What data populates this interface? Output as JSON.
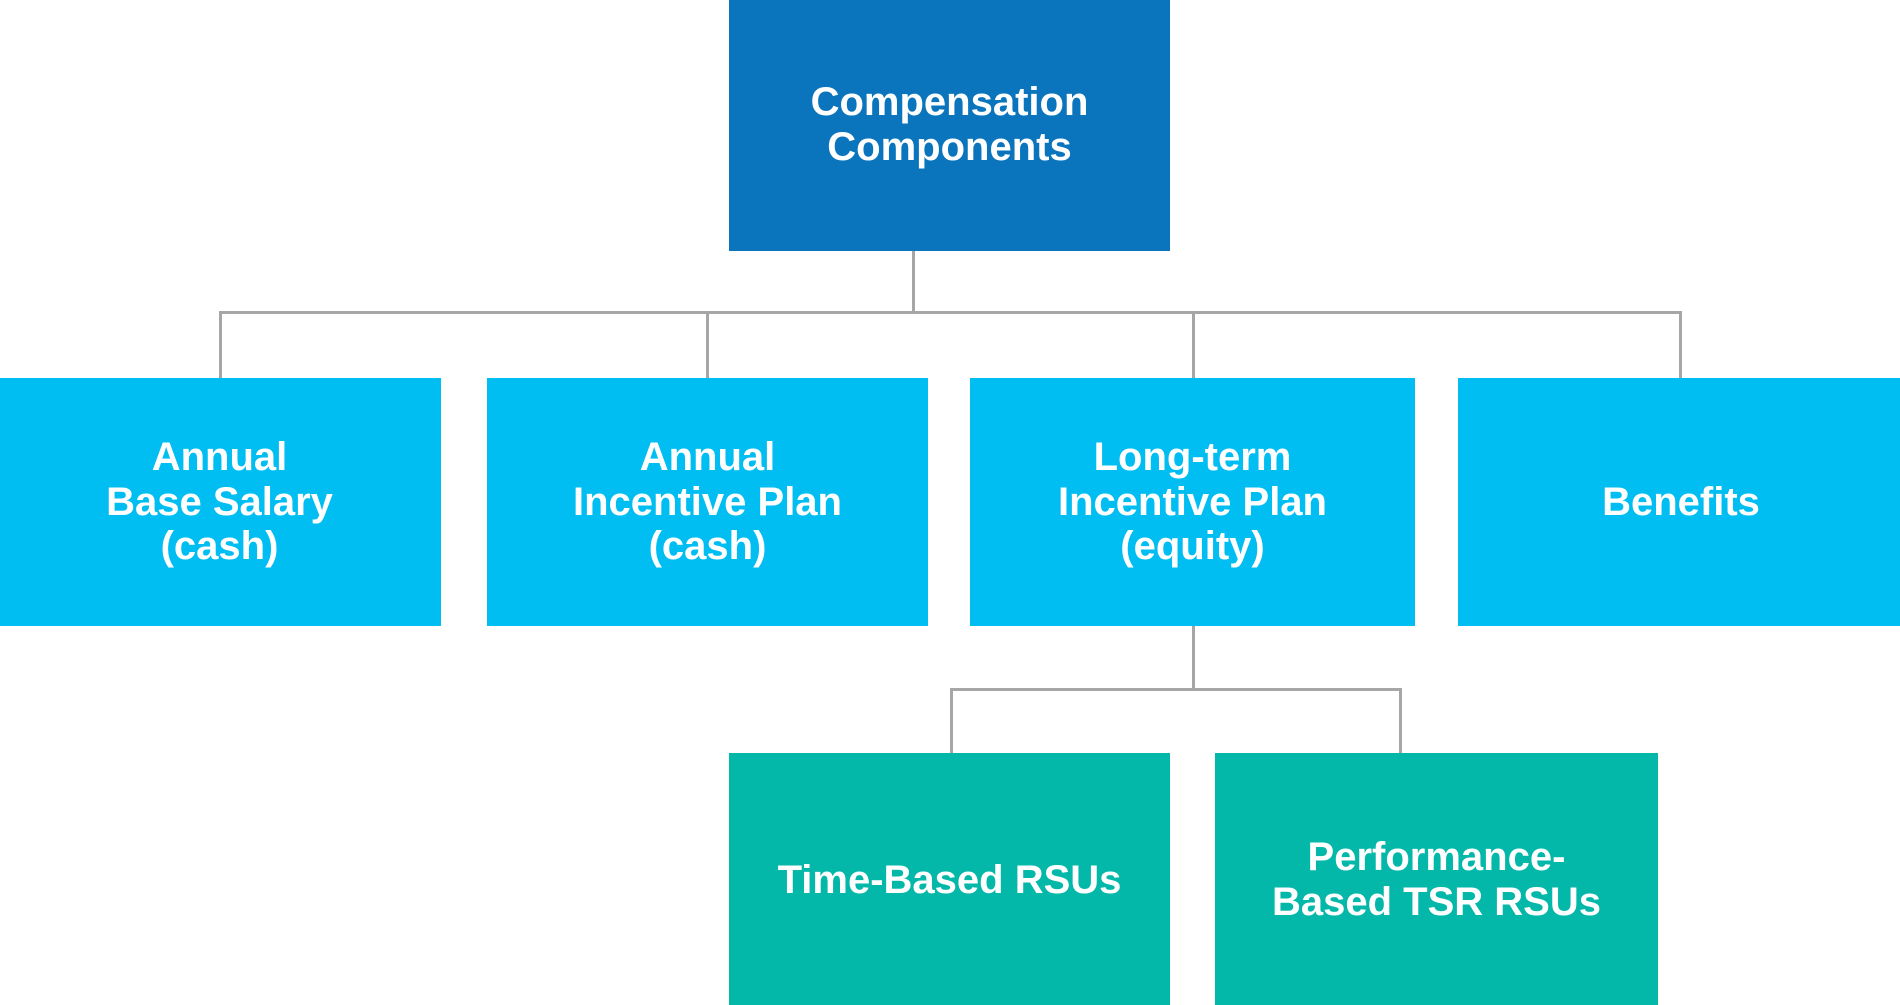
{
  "diagram": {
    "title": "Compensation Components hierarchy",
    "colors": {
      "root_fill": "#0a75bc",
      "level2_fill": "#00bdf2",
      "level3_fill": "#03b7a9",
      "connector": "#a6a6a6",
      "text": "#ffffff",
      "background": "#ffffff"
    },
    "root": {
      "label": "Compensation\nComponents"
    },
    "level2": [
      {
        "label": "Annual\nBase Salary\n(cash)"
      },
      {
        "label": "Annual\nIncentive Plan\n(cash)"
      },
      {
        "label": "Long-term\nIncentive Plan\n(equity)"
      },
      {
        "label": "Benefits"
      }
    ],
    "level3": [
      {
        "label": "Time-Based RSUs"
      },
      {
        "label": "Performance-\nBased TSR RSUs"
      }
    ]
  }
}
